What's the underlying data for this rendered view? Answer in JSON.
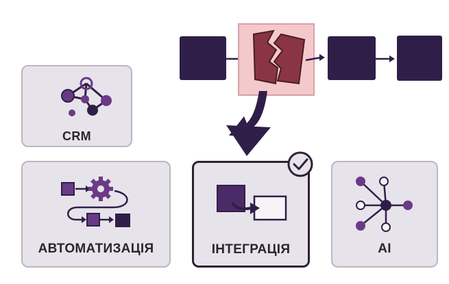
{
  "cards": {
    "crm": {
      "label": "CRM",
      "icon": "network-graph-icon"
    },
    "automation": {
      "label": "АВТОМАТИЗАЦІЯ",
      "icon": "workflow-gear-icon"
    },
    "integration": {
      "label": "ІНТЕГРАЦІЯ",
      "icon": "integration-arrow-icon",
      "status": "selected"
    },
    "ai": {
      "label": "AI",
      "icon": "hub-network-icon"
    }
  },
  "pipeline": {
    "steps": [
      "block",
      "broken-block",
      "block",
      "block"
    ],
    "broken_step_highlight": "#f4c9cc"
  },
  "colors": {
    "dark_purple": "#2f1f48",
    "mid_purple": "#6b3a86",
    "broken_red": "#8a3543",
    "card_bg": "#e7e3ea",
    "card_border": "#bdb5c3"
  }
}
